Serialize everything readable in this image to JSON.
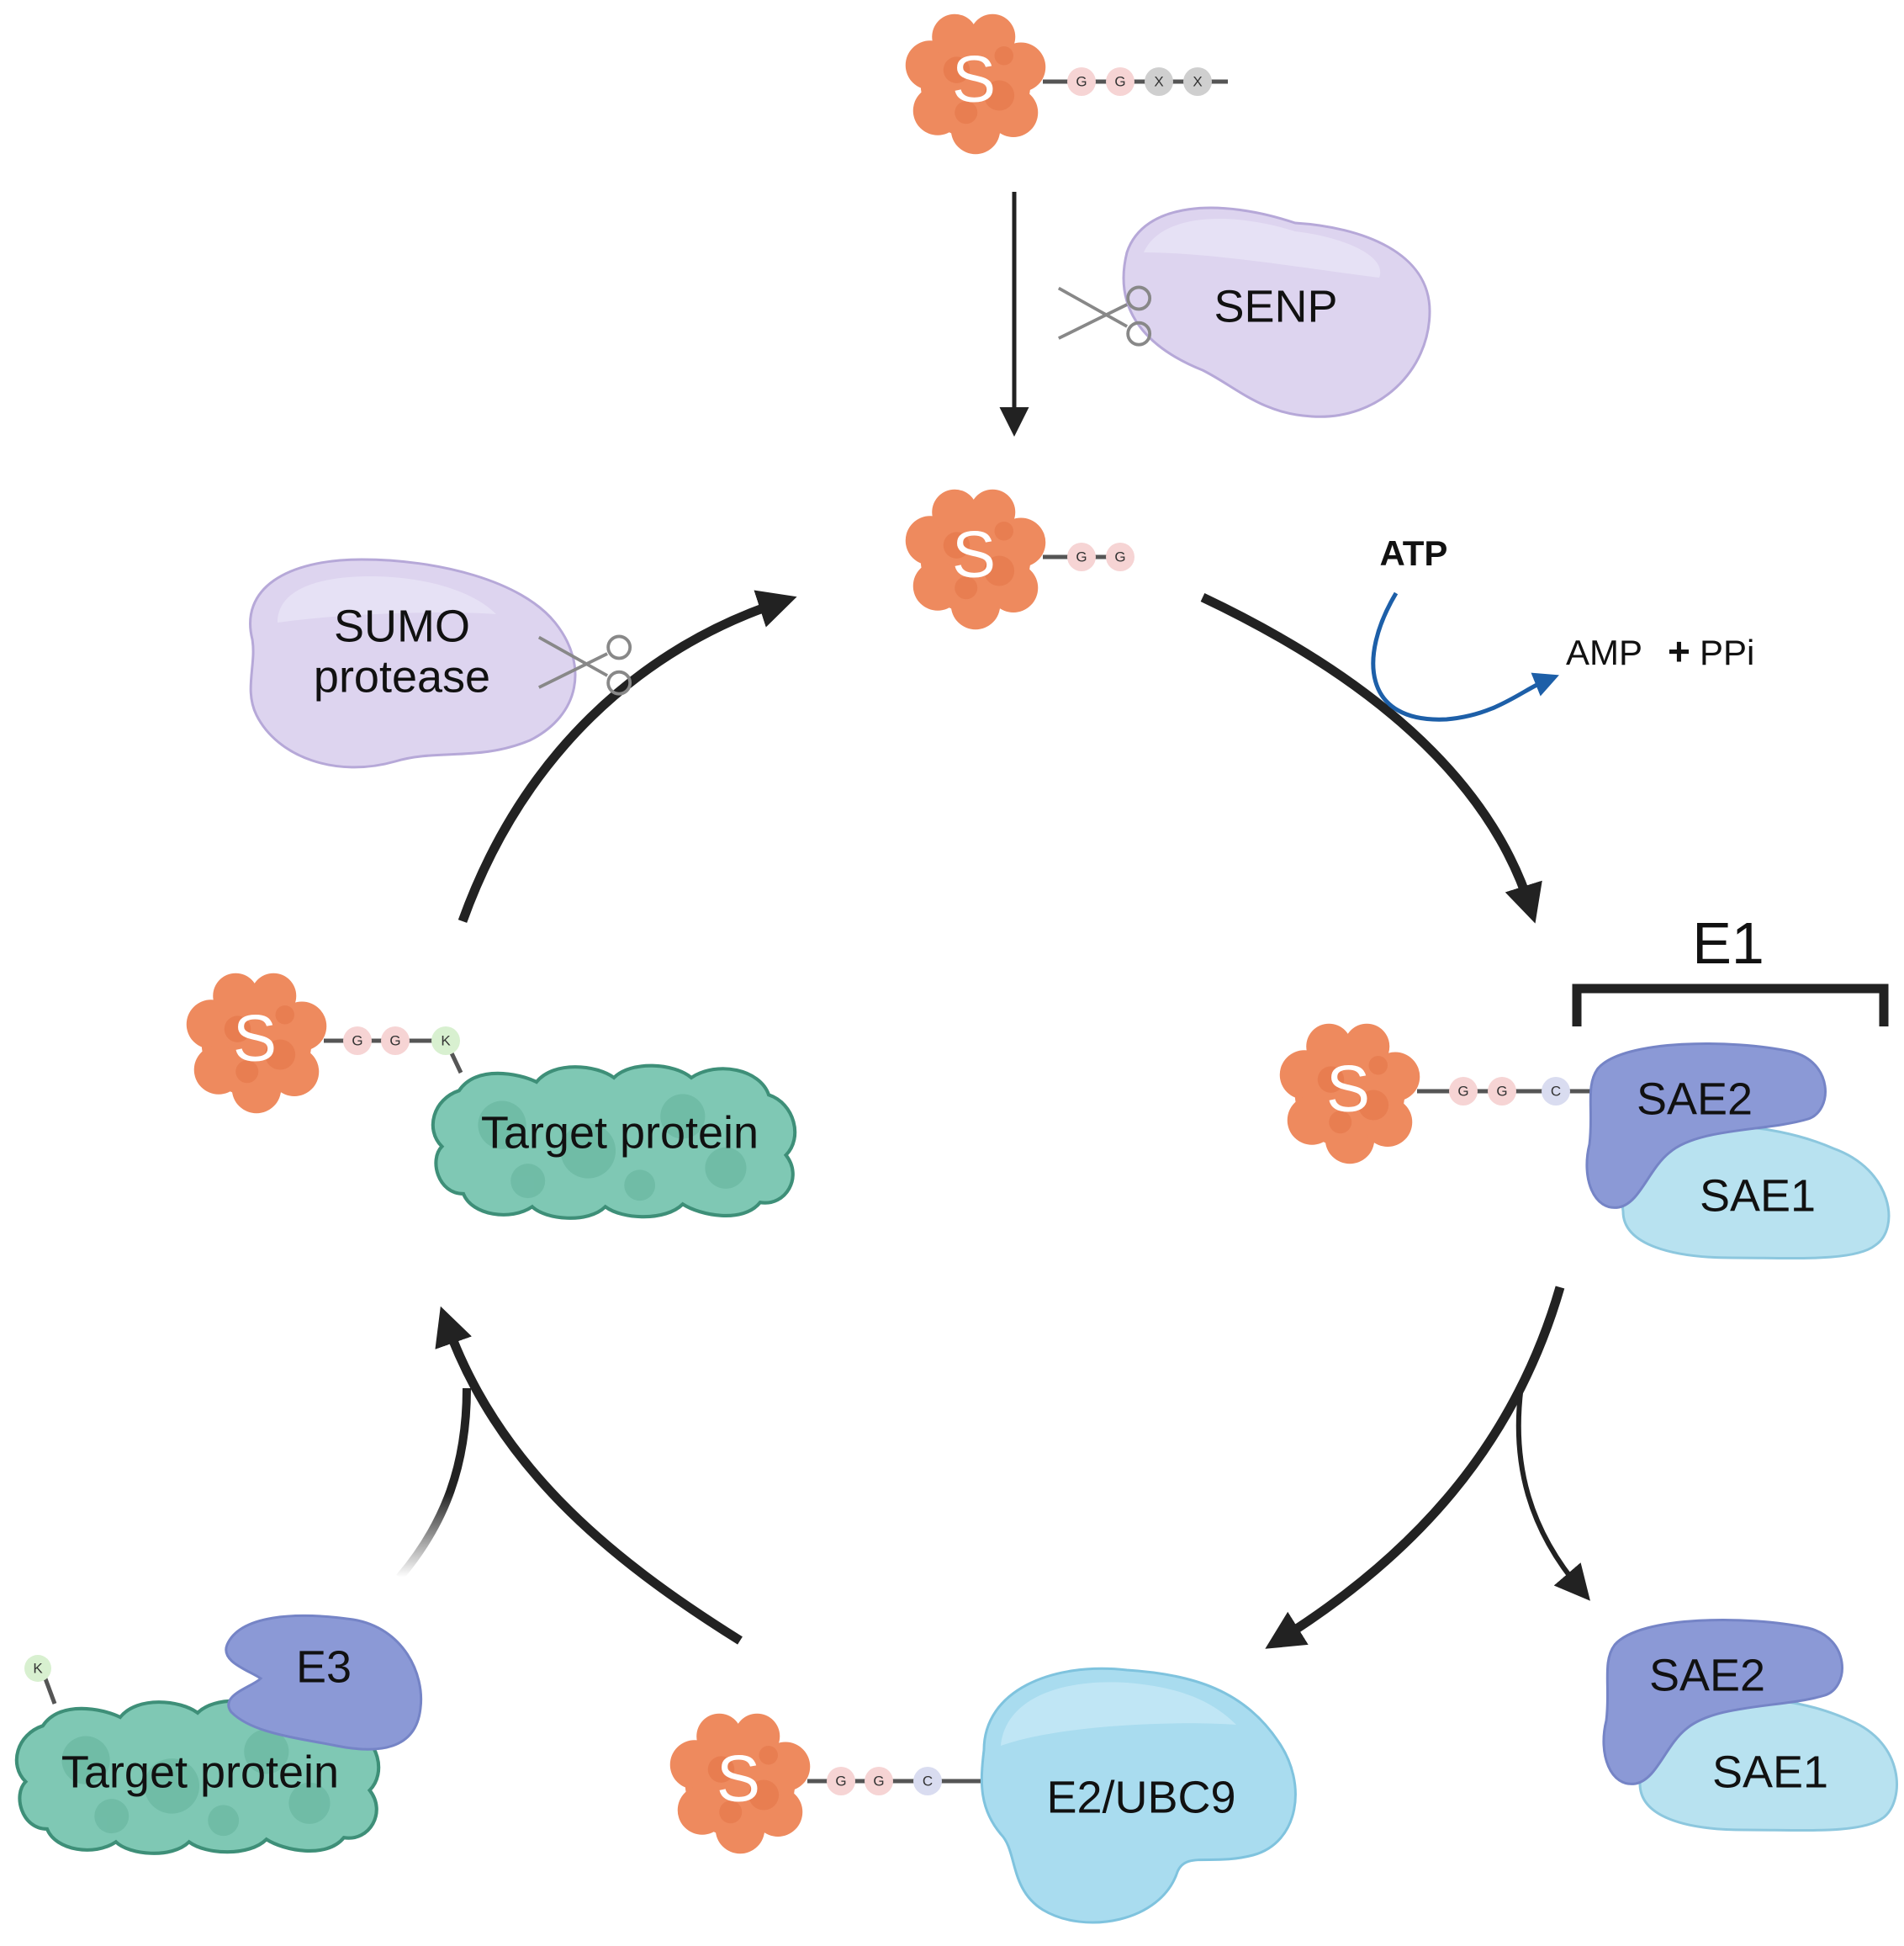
{
  "sumo_letter": "S",
  "precursor": {
    "residues": [
      "G",
      "G",
      "X",
      "X"
    ]
  },
  "senp": {
    "label": "SENP"
  },
  "mature": {
    "residues": [
      "G",
      "G"
    ]
  },
  "atp": {
    "input": "ATP",
    "output_left": "AMP",
    "plus": "+",
    "output_right": "PPi"
  },
  "e1": {
    "title": "E1",
    "residues": [
      "G",
      "G",
      "C"
    ],
    "subunit_a": "SAE2",
    "subunit_b": "SAE1"
  },
  "released_e1": {
    "subunit_a": "SAE2",
    "subunit_b": "SAE1"
  },
  "e2": {
    "residues": [
      "G",
      "G",
      "C"
    ],
    "label": "E2/UBC9"
  },
  "e3": {
    "label": "E3",
    "target_label": "Target protein",
    "lysine": "K"
  },
  "conjugate": {
    "residues": [
      "G",
      "G",
      "K"
    ],
    "target_label": "Target protein"
  },
  "protease": {
    "line1": "SUMO",
    "line2": "protease"
  },
  "colors": {
    "sumo": "#ee8a5e",
    "sumo_dark": "#d9643a",
    "senp": "#ddd4ef",
    "sae2": "#8b99d6",
    "sae1": "#b8e2f0",
    "e2": "#a9dcef",
    "target": "#7fc8b4",
    "residue_g": "#f6d4d4",
    "residue_x": "#cfcfcf",
    "residue_c": "#d9dcf0",
    "residue_k": "#d8f0d0",
    "arrow": "#222222",
    "atp_arrow": "#1d5fa8"
  }
}
